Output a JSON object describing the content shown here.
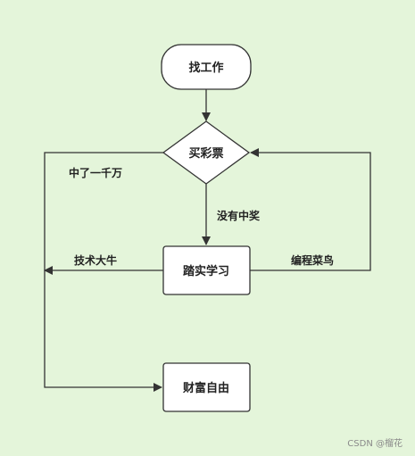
{
  "nodes": {
    "start": "找工作",
    "decision": "买彩票",
    "process": "踏实学习",
    "end": "财富自由"
  },
  "edges": {
    "jackpot": "中了一千万",
    "no_prize": "没有中奖",
    "tech_expert": "技术大牛",
    "coding_newbie": "编程菜鸟"
  },
  "watermark": "CSDN @榴花",
  "colors": {
    "background": "#e4f5da",
    "node_fill": "#ffffff",
    "stroke": "#333333"
  }
}
